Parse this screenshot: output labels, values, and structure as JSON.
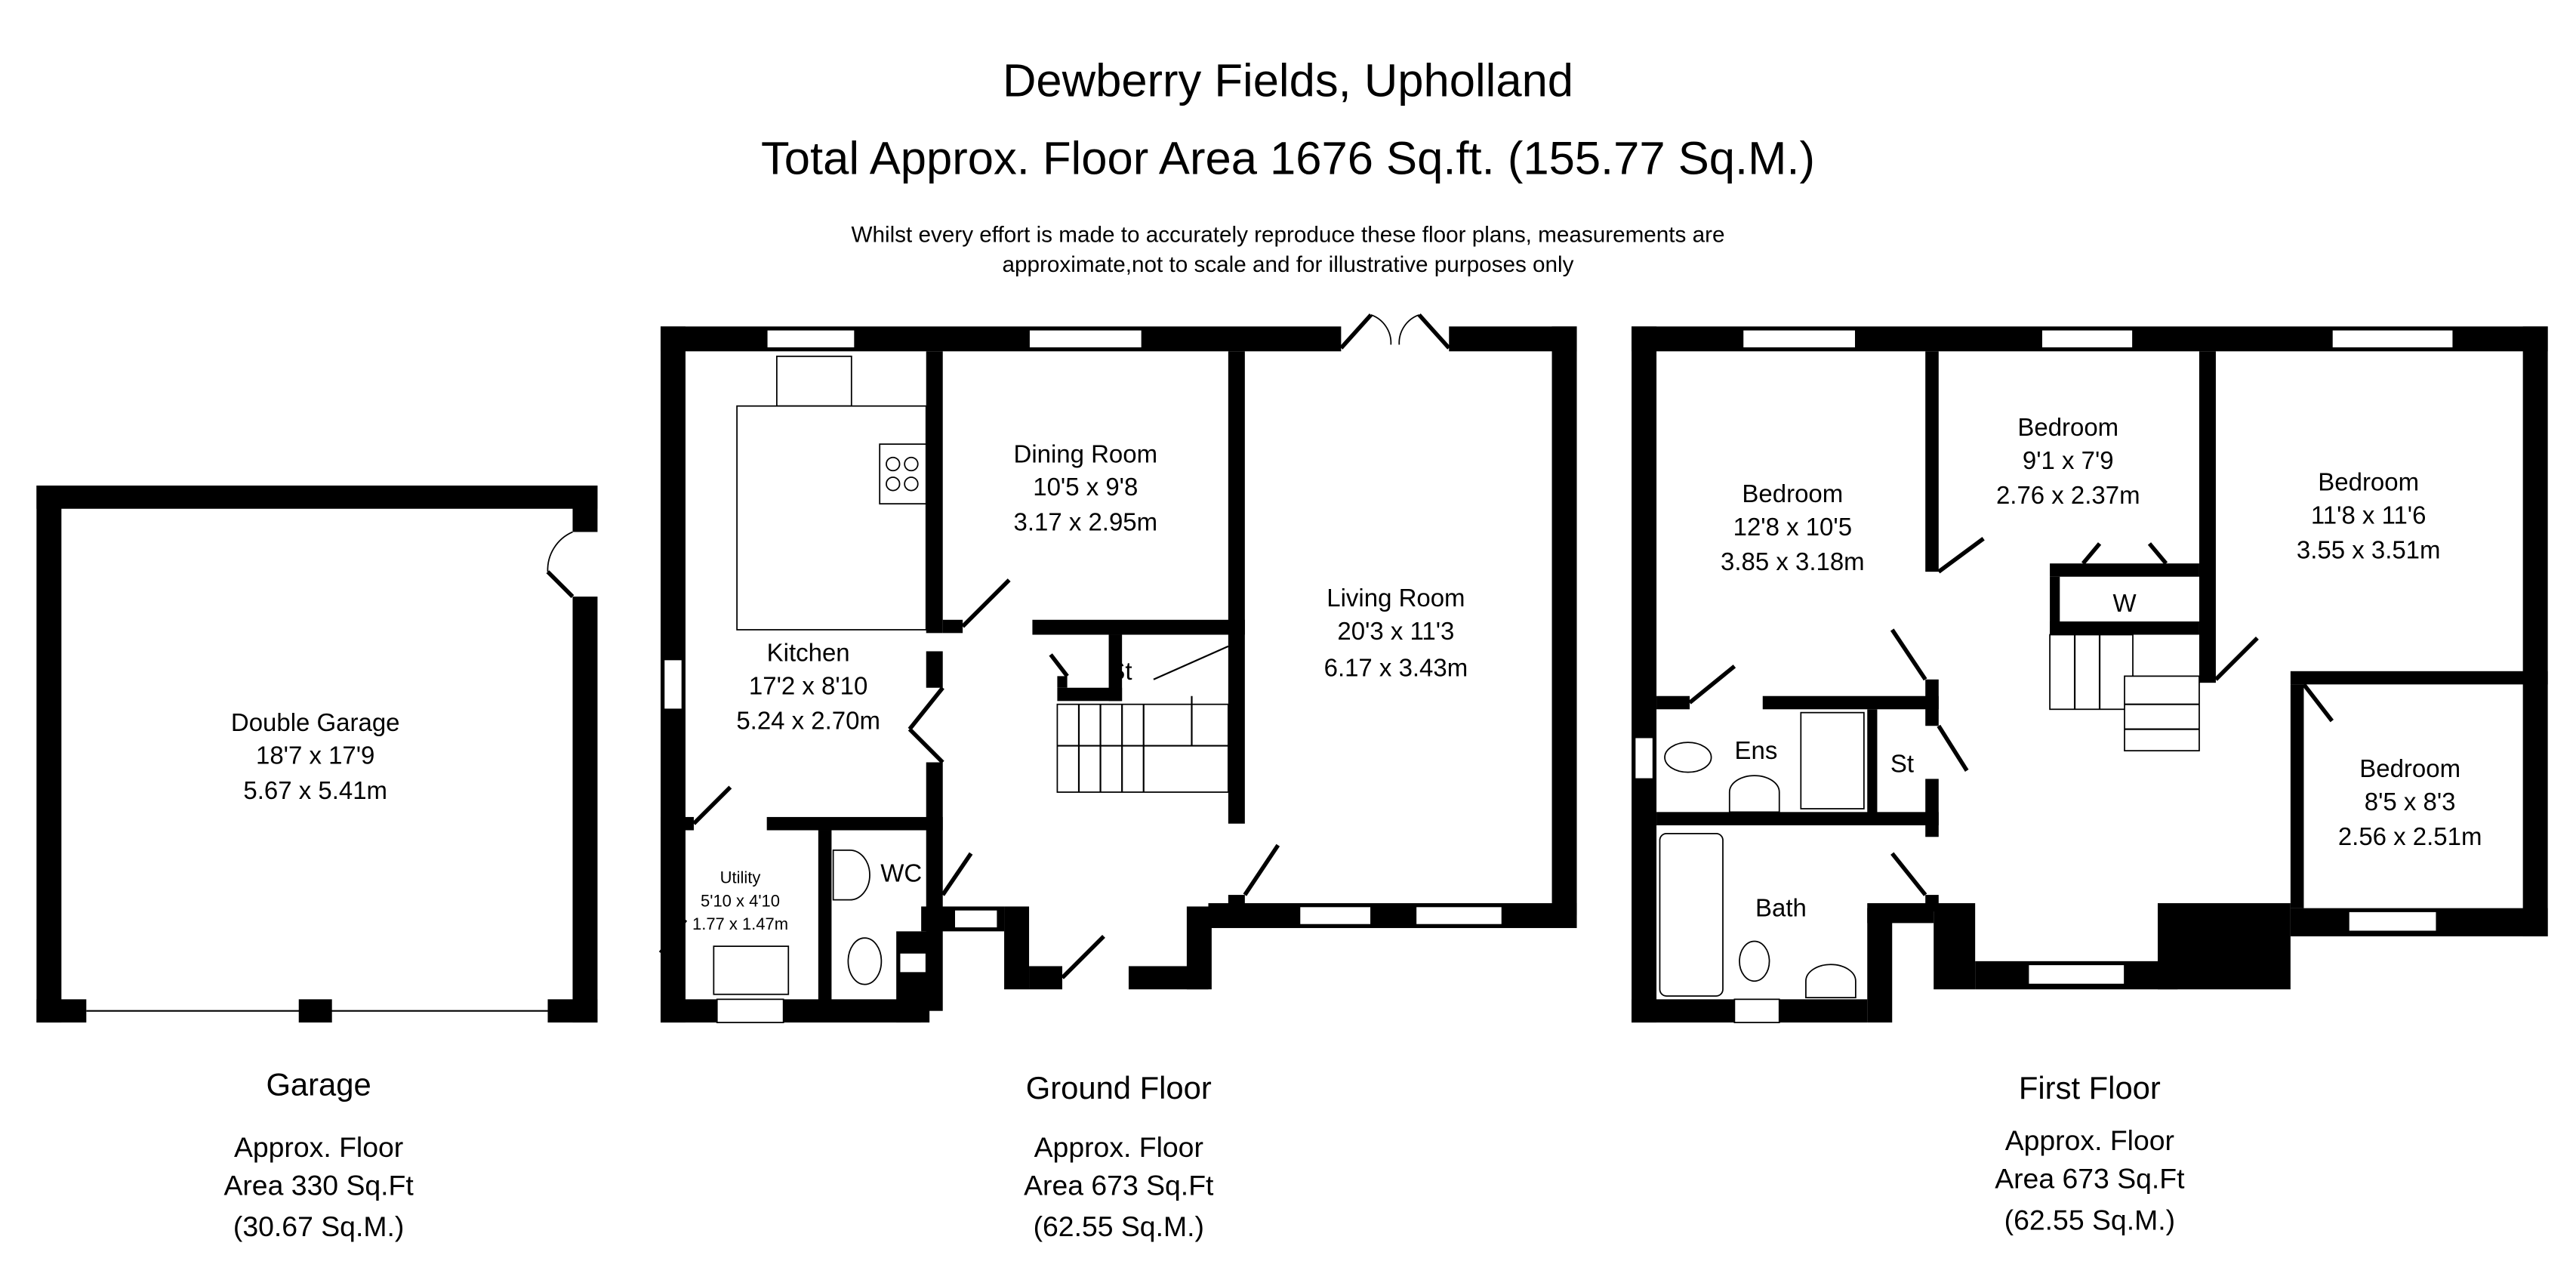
{
  "header": {
    "title": "Dewberry Fields, Upholland",
    "subtitle": "Total Approx. Floor Area 1676 Sq.ft. (155.77 Sq.M.)",
    "disclaimer_line1": "Whilst every effort is made to accurately reproduce these floor plans, measurements are",
    "disclaimer_line2": "approximate,not to scale and for illustrative purposes only"
  },
  "garage": {
    "rooms": [
      {
        "name": "Double Garage",
        "imperial": "18'7 x 17'9",
        "metric": "5.67 x 5.41m"
      }
    ],
    "label": "Garage",
    "area_line1": "Approx. Floor",
    "area_line2": "Area 330 Sq.Ft",
    "area_line3": "(30.67 Sq.M.)"
  },
  "ground_floor": {
    "rooms": [
      {
        "name": "Kitchen",
        "imperial": "17'2 x 8'10",
        "metric": "5.24 x 2.70m"
      },
      {
        "name": "Dining Room",
        "imperial": "10'5 x 9'8",
        "metric": "3.17 x 2.95m"
      },
      {
        "name": "Living Room",
        "imperial": "20'3 x 11'3",
        "metric": "6.17 x 3.43m"
      },
      {
        "name": "Utility",
        "imperial": "5'10 x 4'10",
        "metric": "1.77 x 1.47m"
      },
      {
        "name": "WC"
      },
      {
        "name": "St"
      }
    ],
    "label": "Ground Floor",
    "area_line1": "Approx. Floor",
    "area_line2": "Area 673 Sq.Ft",
    "area_line3": "(62.55 Sq.M.)"
  },
  "first_floor": {
    "rooms": [
      {
        "name": "Bedroom",
        "imperial": "12'8 x 10'5",
        "metric": "3.85 x 3.18m"
      },
      {
        "name": "Bedroom",
        "imperial": "9'1 x 7'9",
        "metric": "2.76 x 2.37m"
      },
      {
        "name": "Bedroom",
        "imperial": "11'8 x 11'6",
        "metric": "3.55 x 3.51m"
      },
      {
        "name": "Bedroom",
        "imperial": "8'5 x 8'3",
        "metric": "2.56 x 2.51m"
      },
      {
        "name": "Ens"
      },
      {
        "name": "St"
      },
      {
        "name": "Bath"
      },
      {
        "name": "W"
      }
    ],
    "label": "First Floor",
    "area_line1": "Approx. Floor",
    "area_line2": "Area 673 Sq.Ft",
    "area_line3": "(62.55 Sq.M.)"
  }
}
